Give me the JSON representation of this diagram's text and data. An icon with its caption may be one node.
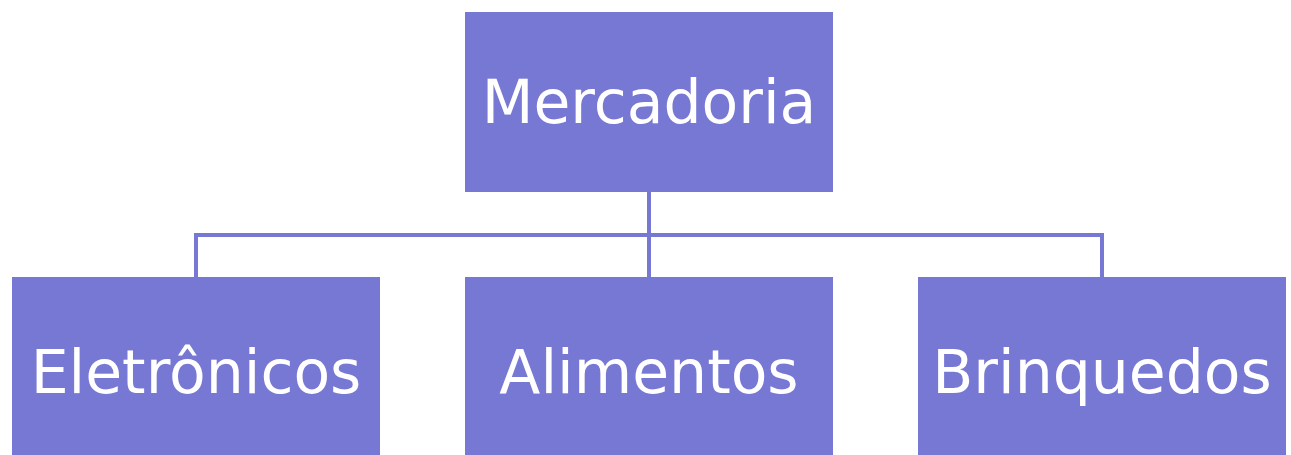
{
  "diagram": {
    "nodes": [
      {
        "text": [
          "Mercadoria"
        ]
      },
      {
        "text": [
          "Eletrônicos"
        ]
      },
      {
        "text": [
          "Alimentos"
        ]
      },
      {
        "text": [
          "Brinquedos"
        ]
      }
    ],
    "edges": [
      {
        "from": 0,
        "to": 1,
        "arrow": "none"
      },
      {
        "from": 0,
        "to": 2,
        "arrow": "none"
      },
      {
        "from": 0,
        "to": 3,
        "arrow": "none"
      }
    ]
  }
}
